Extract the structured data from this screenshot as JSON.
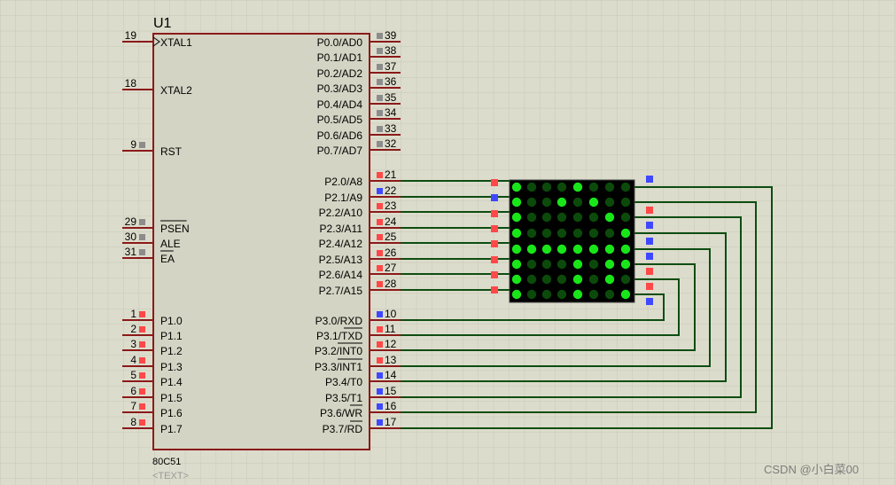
{
  "chip": {
    "ref": "U1",
    "part": "80C51",
    "text_placeholder": "<TEXT>",
    "left_pins": [
      {
        "num": "19",
        "label": "XTAL1",
        "state": "none",
        "clock": true
      },
      {
        "num": "18",
        "label": "XTAL2",
        "state": "none"
      },
      {
        "num": "9",
        "label": "RST",
        "state": "gray"
      },
      {
        "num": "29",
        "label": "PSEN",
        "state": "gray",
        "overline": true
      },
      {
        "num": "30",
        "label": "ALE",
        "state": "gray"
      },
      {
        "num": "31",
        "label": "EA",
        "state": "gray",
        "overline": true
      },
      {
        "num": "1",
        "label": "P1.0",
        "state": "red"
      },
      {
        "num": "2",
        "label": "P1.1",
        "state": "red"
      },
      {
        "num": "3",
        "label": "P1.2",
        "state": "red"
      },
      {
        "num": "4",
        "label": "P1.3",
        "state": "red"
      },
      {
        "num": "5",
        "label": "P1.4",
        "state": "red"
      },
      {
        "num": "6",
        "label": "P1.5",
        "state": "red"
      },
      {
        "num": "7",
        "label": "P1.6",
        "state": "red"
      },
      {
        "num": "8",
        "label": "P1.7",
        "state": "red"
      }
    ],
    "right_pins": [
      {
        "num": "39",
        "label": "P0.0/AD0",
        "state": "gray"
      },
      {
        "num": "38",
        "label": "P0.1/AD1",
        "state": "gray"
      },
      {
        "num": "37",
        "label": "P0.2/AD2",
        "state": "gray"
      },
      {
        "num": "36",
        "label": "P0.3/AD3",
        "state": "gray"
      },
      {
        "num": "35",
        "label": "P0.4/AD4",
        "state": "gray"
      },
      {
        "num": "34",
        "label": "P0.5/AD5",
        "state": "gray"
      },
      {
        "num": "33",
        "label": "P0.6/AD6",
        "state": "gray"
      },
      {
        "num": "32",
        "label": "P0.7/AD7",
        "state": "gray"
      },
      {
        "num": "21",
        "label": "P2.0/A8",
        "state": "red"
      },
      {
        "num": "22",
        "label": "P2.1/A9",
        "state": "blue"
      },
      {
        "num": "23",
        "label": "P2.2/A10",
        "state": "red"
      },
      {
        "num": "24",
        "label": "P2.3/A11",
        "state": "red"
      },
      {
        "num": "25",
        "label": "P2.4/A12",
        "state": "red"
      },
      {
        "num": "26",
        "label": "P2.5/A13",
        "state": "red"
      },
      {
        "num": "27",
        "label": "P2.6/A14",
        "state": "red"
      },
      {
        "num": "28",
        "label": "P2.7/A15",
        "state": "red"
      },
      {
        "num": "10",
        "label": "P3.0/RXD",
        "state": "blue"
      },
      {
        "num": "11",
        "label": "P3.1/TXD",
        "state": "red",
        "overline_text": "TXD"
      },
      {
        "num": "12",
        "label": "P3.2/INT0",
        "state": "red",
        "overline_text": "INT0"
      },
      {
        "num": "13",
        "label": "P3.3/INT1",
        "state": "red",
        "overline_text": "INT1"
      },
      {
        "num": "14",
        "label": "P3.4/T0",
        "state": "blue"
      },
      {
        "num": "15",
        "label": "P3.5/T1",
        "state": "blue"
      },
      {
        "num": "16",
        "label": "P3.6/WR",
        "state": "blue",
        "overline_text": "WR"
      },
      {
        "num": "17",
        "label": "P3.7/RD",
        "state": "blue",
        "overline_text": "RD"
      }
    ]
  },
  "matrix": {
    "row_states": [
      "red",
      "blue",
      "red",
      "red",
      "red",
      "red",
      "red",
      "red"
    ],
    "col_states": [
      "blue",
      "red",
      "blue",
      "blue",
      "blue",
      "red",
      "red",
      "blue"
    ],
    "leds": [
      [
        1,
        0,
        0,
        0,
        1,
        0,
        0,
        0
      ],
      [
        1,
        0,
        0,
        1,
        0,
        1,
        0,
        0
      ],
      [
        1,
        0,
        0,
        0,
        0,
        0,
        1,
        0
      ],
      [
        1,
        0,
        0,
        0,
        0,
        0,
        0,
        1
      ],
      [
        1,
        1,
        1,
        1,
        1,
        1,
        1,
        1
      ],
      [
        1,
        0,
        0,
        0,
        1,
        0,
        1,
        1
      ],
      [
        1,
        0,
        0,
        0,
        1,
        0,
        1,
        0
      ],
      [
        1,
        0,
        0,
        0,
        1,
        0,
        0,
        1
      ]
    ]
  },
  "watermark": "CSDN @小白菜00",
  "colors": {
    "background": "#dcdccc",
    "grid": "#c9c9b8",
    "chip_body": "#d4d4c4",
    "chip_border": "#8b1a1a",
    "pin_line": "#8b1a1a",
    "wire": "#0d4d12",
    "led_on": "#19e619",
    "led_off": "#0b4a0b",
    "matrix_body": "#000000",
    "state_red": "#ff4848",
    "state_blue": "#3f48ff",
    "state_gray": "#8c8c8c"
  }
}
